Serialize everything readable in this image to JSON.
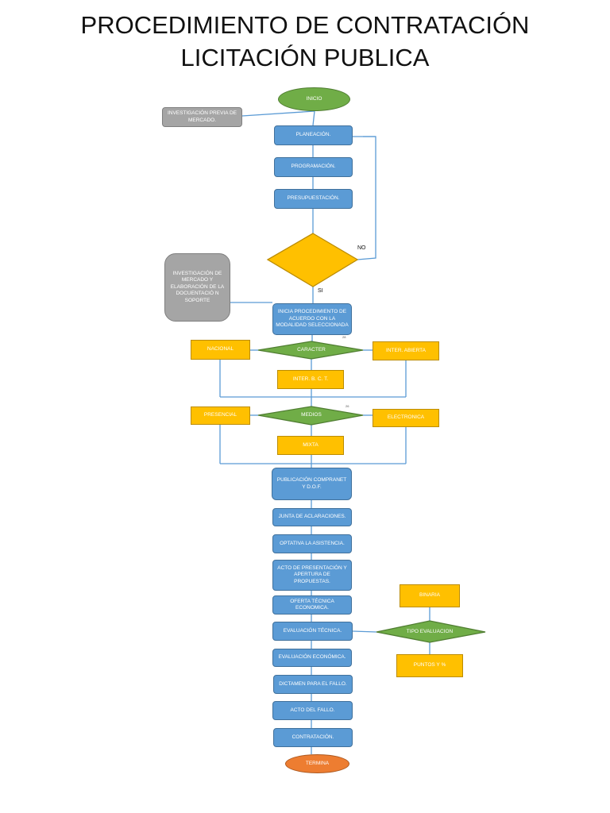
{
  "title": {
    "line1": "PROCEDIMIENTO DE CONTRATACIÓN",
    "line2": "LICITACIÓN PUBLICA"
  },
  "nodes": {
    "inicio": "INICIO",
    "investigacion_previa": "INVESTIGACIÓN PREVIA DE MERCADO.",
    "planeacion": "PLANEACIÓN.",
    "programacion": "PROGRAMACIÓN.",
    "presupuestacion": "PRESUPUESTACIÓN.",
    "decision_small": "",
    "investigacion_elaboracion": "INVESTIGACIÓN DE MERCADO Y ELABORACIÓN DE LA DOCUENTACIÓ N SOPORTE",
    "inicia_procedimiento": "INICIA PROCEDIMIENTO DE ACUERDO CON LA MODALIDAD SELECCIONADA",
    "caracter": "CARACTER",
    "nacional": "NACIONAL",
    "inter_abierta": "INTER. ABIERTA",
    "inter_bct": "INTER. B. C. T.",
    "medios": "MEDIOS",
    "presencial": "PRESENCIAL",
    "electronica": "ELECTRONICA",
    "mixta": "MIXTA",
    "publicacion": "PUBLICACIÓN COMPRANET Y D.O.F.",
    "junta": "JUNTA DE ACLARACIONES.",
    "optativa": "OPTATIVA LA ASISTENCIA.",
    "acto_presentacion": "ACTO DE PRESENTACIÓN Y APERTURA DE PROPUESTAS.",
    "oferta": "OFERTA TÉCNICA ECONOMICA.",
    "evaluacion_tecnica": "EVALUACIÓN TÉCNICA.",
    "tipo_evaluacion": "TIPO EVALUACION",
    "binaria": "BINARIA",
    "puntos": "PUNTOS Y %",
    "evaluacion_economica": "EVALUACIÓN ECONÓMICA.",
    "dictamen": "DICTAMEN PARA EL FALLO.",
    "acto_fallo": "ACTO DEL FALLO.",
    "contratacion": "CONTRATACIÓN.",
    "termina": "TERMINA"
  },
  "labels": {
    "no": "NO",
    "si": "SI",
    "ref1": "28",
    "ref2": "26"
  },
  "colors": {
    "blue": "#5b9bd5",
    "grey": "#a5a5a5",
    "yellow": "#ffc000",
    "green": "#70ad47",
    "orange": "#ed7d31",
    "connector": "#5b9bd5"
  }
}
